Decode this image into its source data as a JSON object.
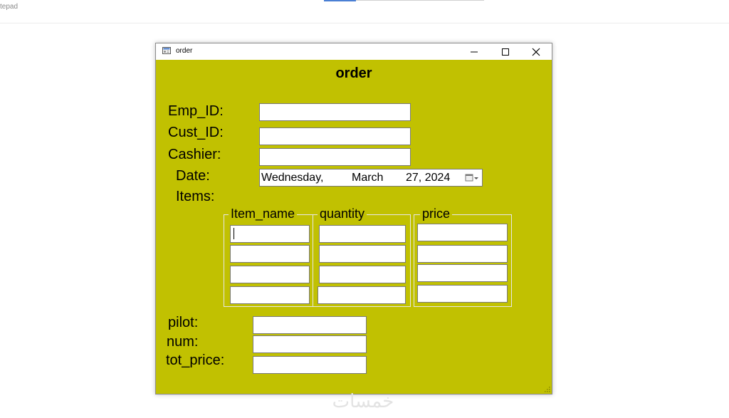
{
  "background": {
    "app_title": "tepad"
  },
  "window": {
    "title": "order",
    "controls": {
      "minimize": "minimize-icon",
      "maximize": "maximize-icon",
      "close": "close-icon"
    },
    "colors": {
      "form_bg": "#c1c101",
      "titlebar_bg": "#ffffff"
    }
  },
  "form": {
    "heading": "order",
    "labels": {
      "emp_id": "Emp_ID:",
      "cust_id": "Cust_ID:",
      "cashier": "Cashier:",
      "date": "Date:",
      "items": "Items:",
      "pilot": "pilot:",
      "num": "num:",
      "tot_price": "tot_price:"
    },
    "fields": {
      "emp_id": "",
      "cust_id": "",
      "cashier": "",
      "pilot": "",
      "num": "",
      "tot_price": ""
    },
    "date": {
      "weekday": "Wednesday,",
      "month": "March",
      "day_year": "27, 2024"
    },
    "items_groups": {
      "item_name": {
        "title": "Item_name",
        "values": [
          "",
          "",
          "",
          ""
        ]
      },
      "quantity": {
        "title": "quantity",
        "values": [
          "",
          "",
          "",
          ""
        ]
      },
      "price": {
        "title": "price",
        "values": [
          "",
          "",
          "",
          ""
        ]
      }
    }
  },
  "watermark_text": "خمسات"
}
